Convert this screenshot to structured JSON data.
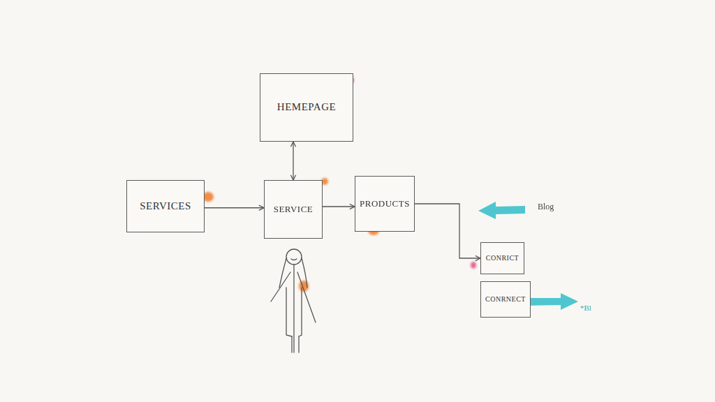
{
  "diagram": {
    "nodes": [
      {
        "text": [
          "HEMEPAGE"
        ]
      },
      {
        "text": [
          "SERVICES"
        ]
      },
      {
        "text": [
          "SERVICE"
        ]
      },
      {
        "text": [
          "PRODUCTS"
        ]
      },
      {
        "text": [
          "CONRICT"
        ]
      },
      {
        "text": [
          "CONRNECT"
        ]
      }
    ],
    "edges": [
      {
        "from": 0,
        "to": 2,
        "arrow": "both"
      },
      {
        "from": 1,
        "to": 2,
        "arrow": "to"
      },
      {
        "from": 2,
        "to": 3,
        "arrow": "to"
      },
      {
        "from": 3,
        "to": 4,
        "arrow": "to"
      }
    ],
    "labels": [
      "Blog",
      "*Bl"
    ]
  }
}
